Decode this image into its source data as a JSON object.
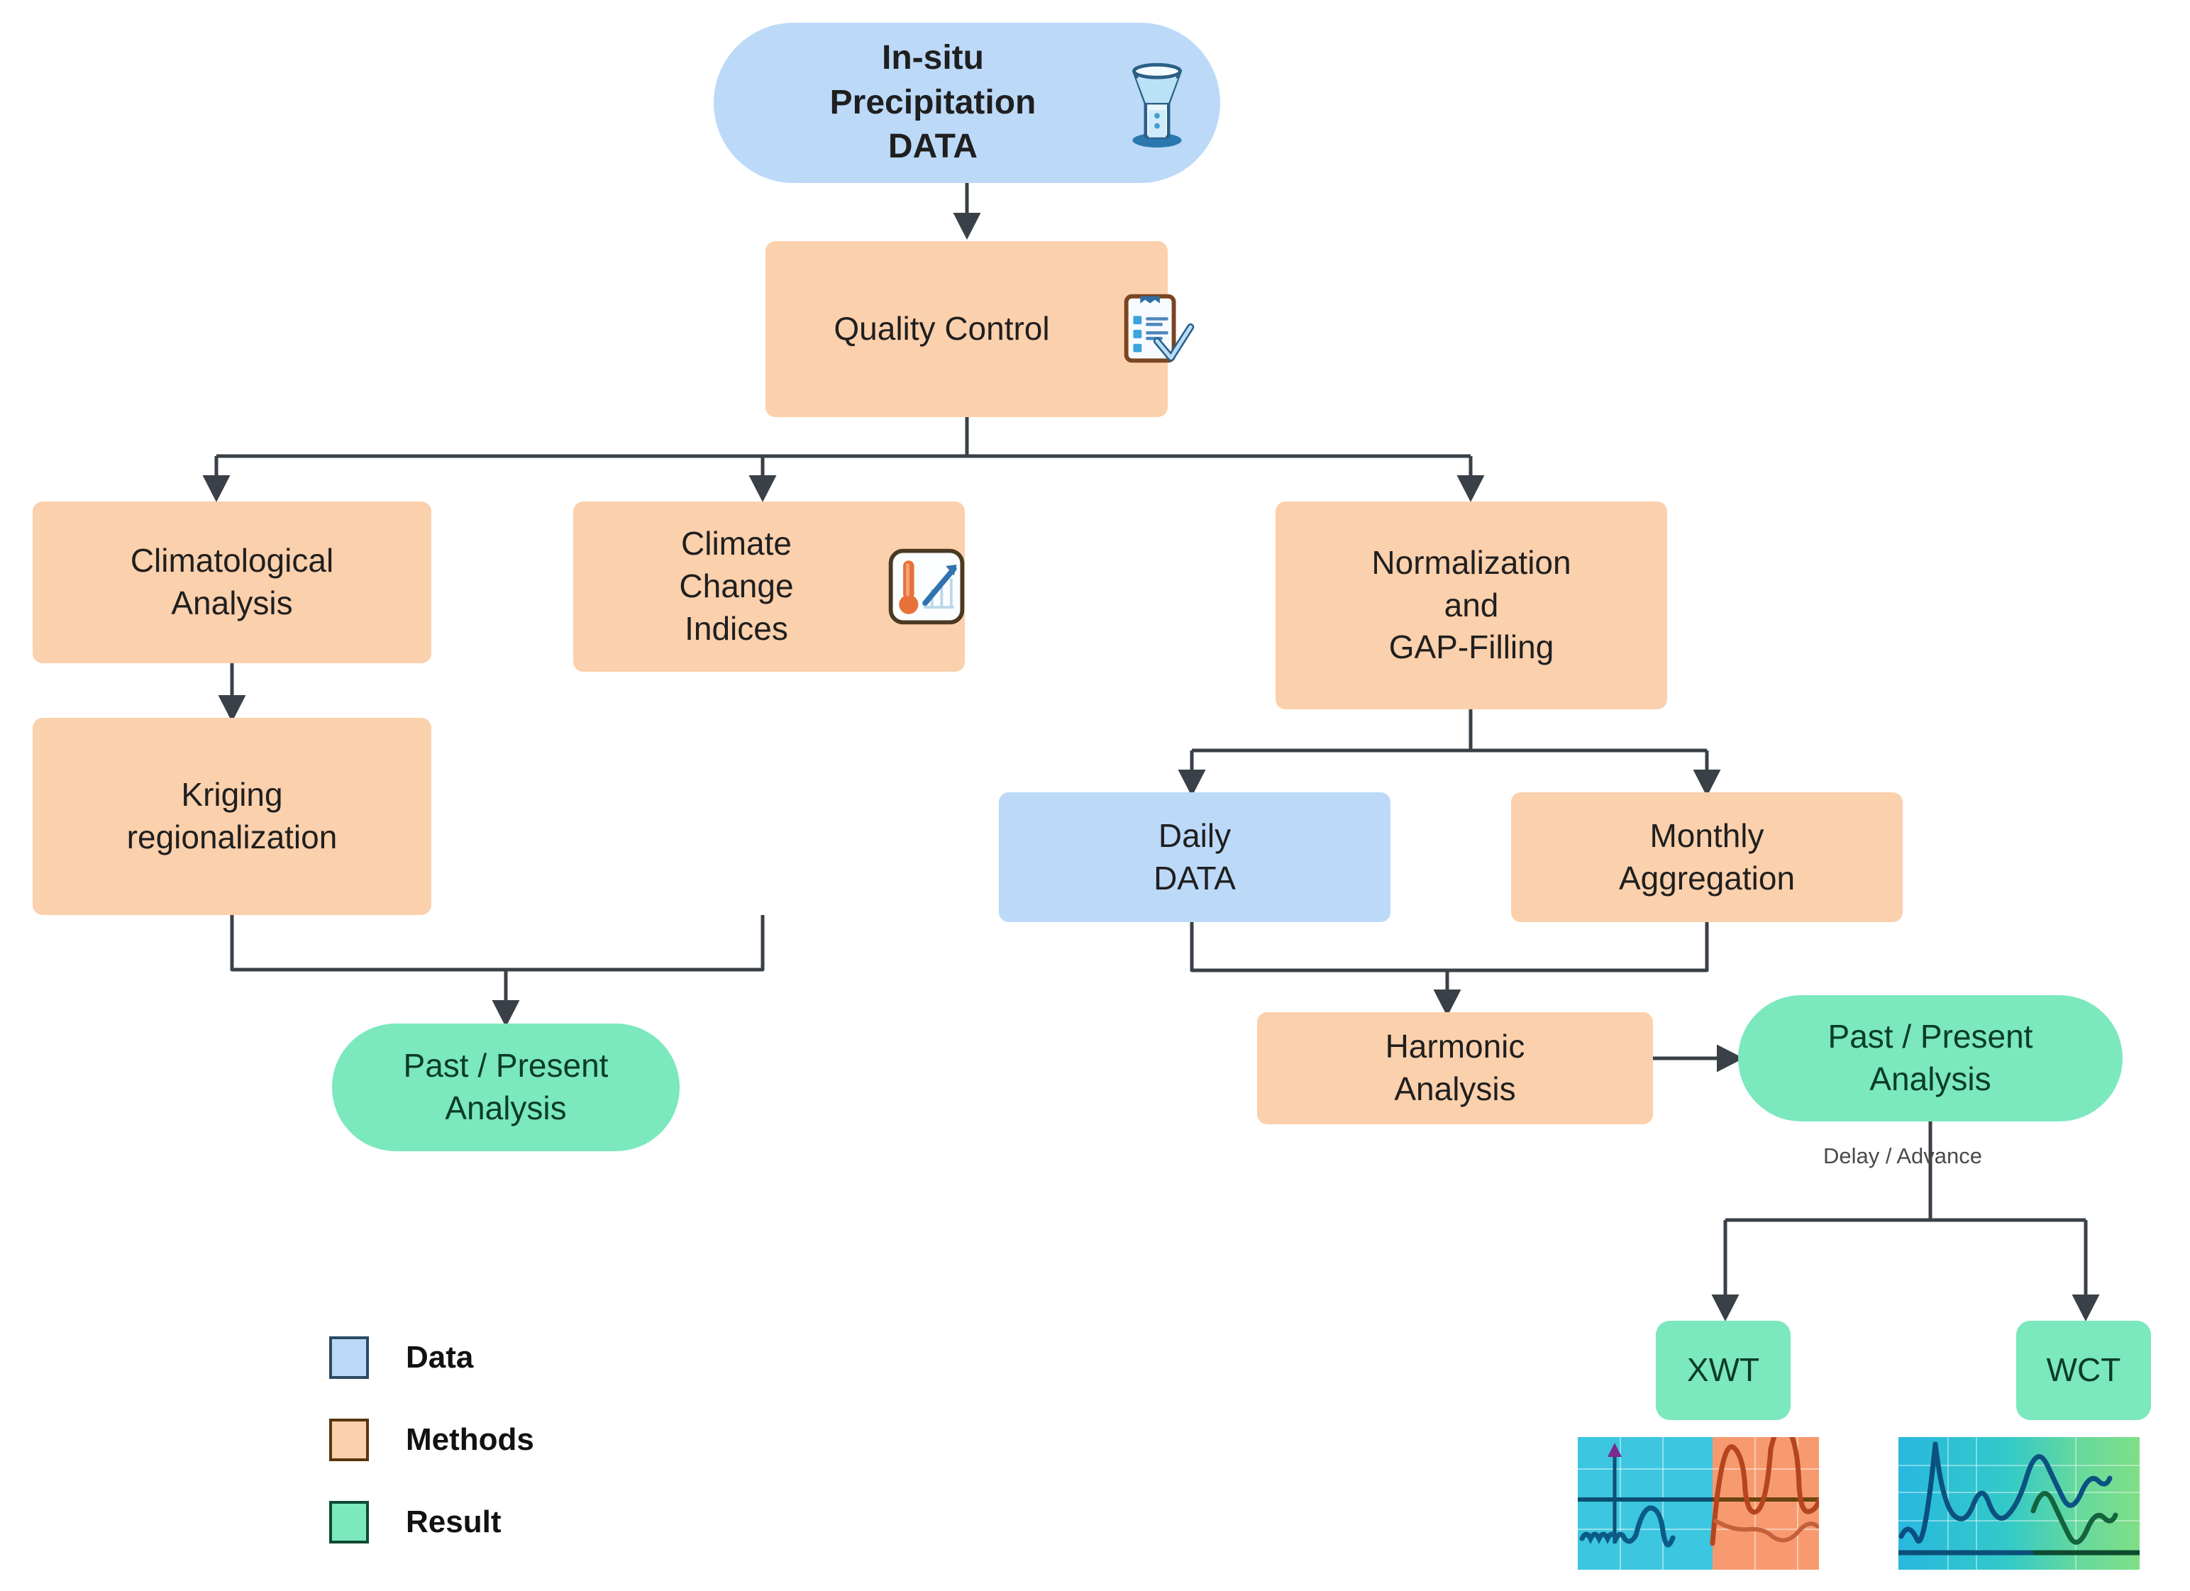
{
  "diagram": {
    "title": "Precipitation data processing workflow",
    "colors": {
      "data": "#BCD9F8",
      "methods": "#FBD0AC",
      "result": "#7BE8BE",
      "edge": "#3a4047",
      "text": "#1f1f1f",
      "result_text": "#0b3b2a"
    },
    "nodes": {
      "insitu_data": {
        "label": "In-situ\nPrecipitation\nDATA",
        "type": "data",
        "icon": "rain-gauge-icon"
      },
      "quality_control": {
        "label": "Quality Control",
        "type": "methods",
        "icon": "clipboard-check-icon"
      },
      "climatological_analysis": {
        "label": "Climatological\nAnalysis",
        "type": "methods"
      },
      "climate_change_indices": {
        "label": "Climate\nChange\nIndices",
        "type": "methods",
        "icon": "thermometer-chart-icon"
      },
      "normalization_gap_filling": {
        "label": "Normalization\nand\nGAP-Filling",
        "type": "methods"
      },
      "kriging": {
        "label": "Kriging\nregionalization",
        "type": "methods"
      },
      "daily_data": {
        "label": "Daily\nDATA",
        "type": "data"
      },
      "monthly_aggregation": {
        "label": "Monthly\nAggregation",
        "type": "methods"
      },
      "harmonic_analysis": {
        "label": "Harmonic\nAnalysis",
        "type": "methods"
      },
      "past_present_left": {
        "label": "Past / Present\nAnalysis",
        "type": "result"
      },
      "past_present_right": {
        "label": "Past / Present\nAnalysis",
        "type": "result"
      },
      "xwt": {
        "label": "XWT",
        "type": "result"
      },
      "wct": {
        "label": "WCT",
        "type": "result"
      }
    },
    "edge_labels": {
      "delay_advance": "Delay / Advance"
    },
    "thumbnails": {
      "xwt_plot": "xwt-wavelet-plot",
      "wct_plot": "wct-wavelet-plot"
    },
    "legend": {
      "items": [
        {
          "label": "Data",
          "color": "#BCD9F8"
        },
        {
          "label": "Methods",
          "color": "#FBD0AC"
        },
        {
          "label": "Result",
          "color": "#7BE8BE"
        }
      ]
    }
  }
}
